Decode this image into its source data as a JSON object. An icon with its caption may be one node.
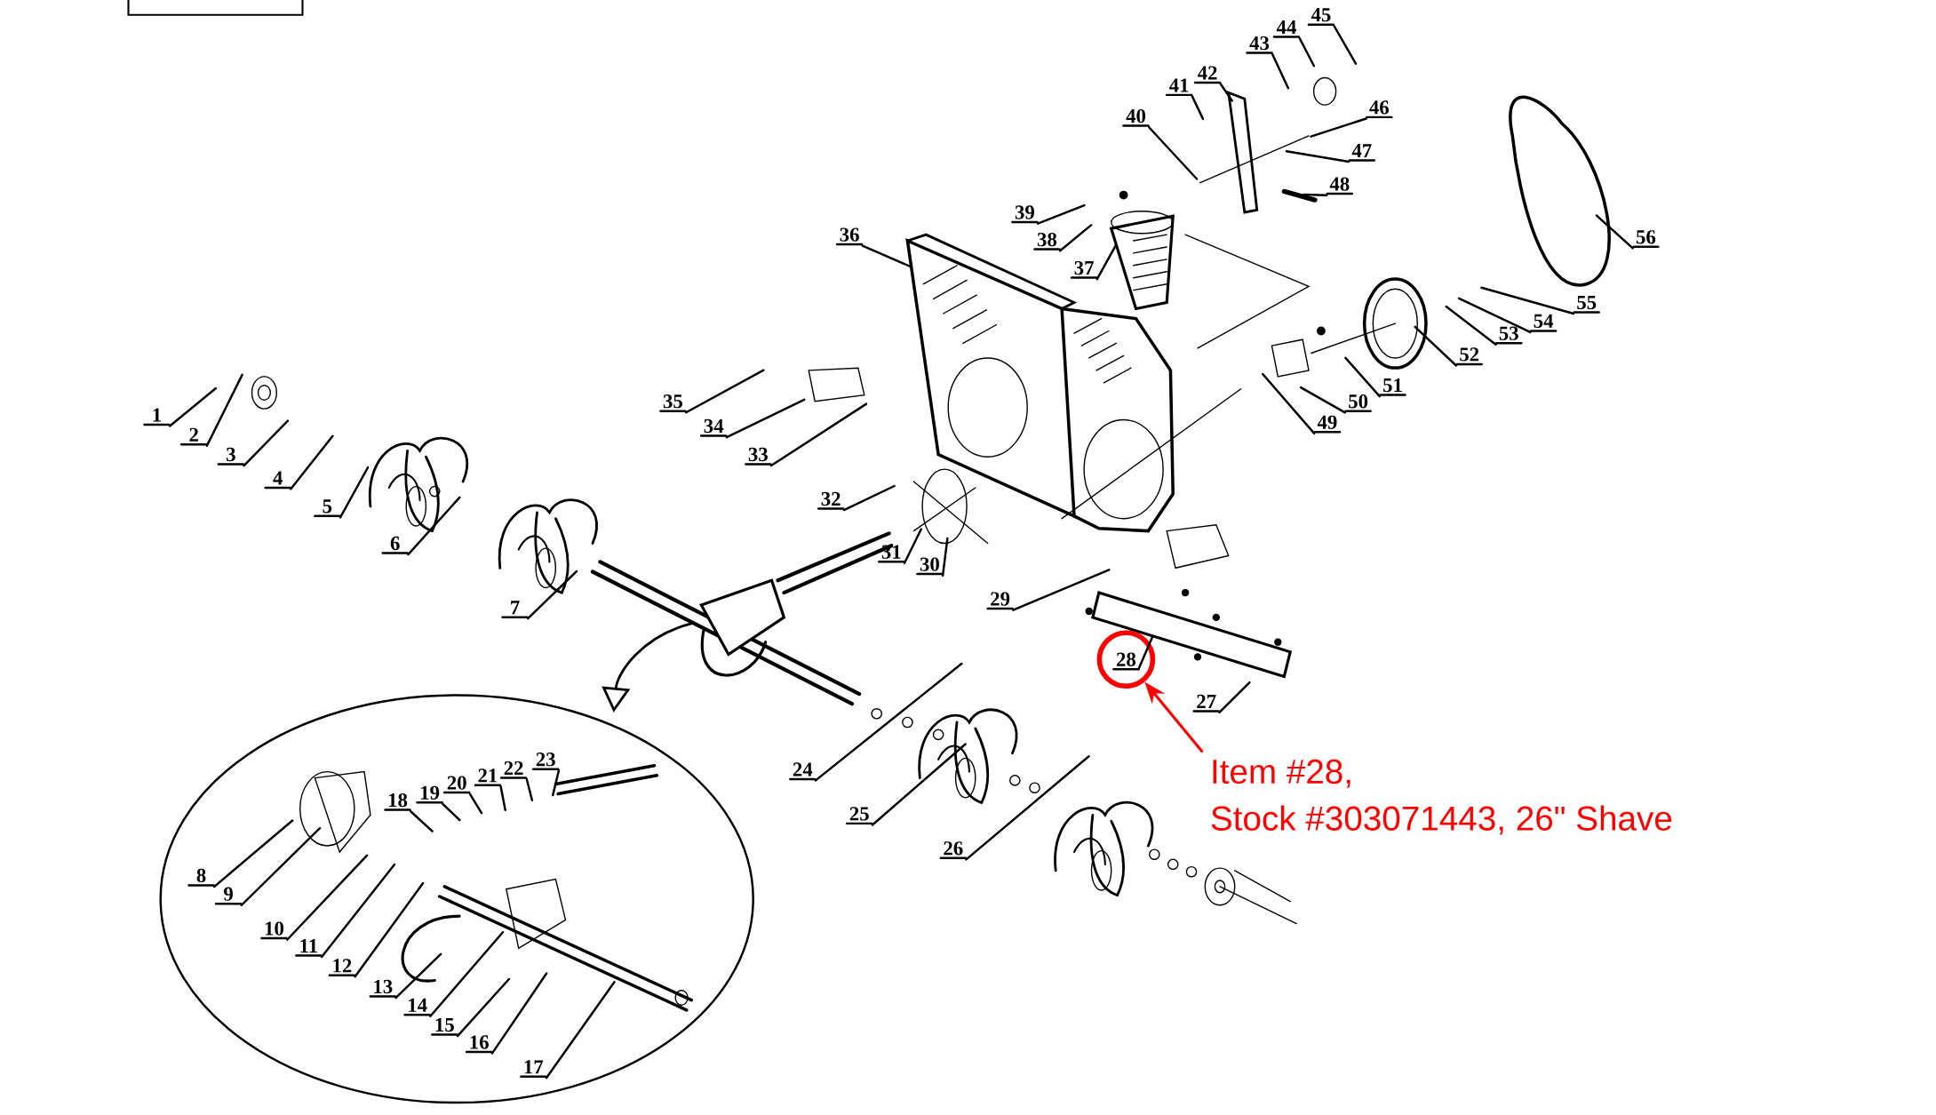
{
  "diagram": {
    "nodes": [
      {
        "text": [
          "1"
        ]
      },
      {
        "text": [
          "2"
        ]
      },
      {
        "text": [
          "3"
        ]
      },
      {
        "text": [
          "4"
        ]
      },
      {
        "text": [
          "5"
        ]
      },
      {
        "text": [
          "6"
        ]
      },
      {
        "text": [
          "7"
        ]
      },
      {
        "text": [
          "8"
        ]
      },
      {
        "text": [
          "9"
        ]
      },
      {
        "text": [
          "10"
        ]
      },
      {
        "text": [
          "11"
        ]
      },
      {
        "text": [
          "12"
        ]
      },
      {
        "text": [
          "13"
        ]
      },
      {
        "text": [
          "14"
        ]
      },
      {
        "text": [
          "15"
        ]
      },
      {
        "text": [
          "16"
        ]
      },
      {
        "text": [
          "17"
        ]
      },
      {
        "text": [
          "18"
        ]
      },
      {
        "text": [
          "19"
        ]
      },
      {
        "text": [
          "20"
        ]
      },
      {
        "text": [
          "21"
        ]
      },
      {
        "text": [
          "22"
        ]
      },
      {
        "text": [
          "23"
        ]
      },
      {
        "text": [
          "24"
        ]
      },
      {
        "text": [
          "25"
        ]
      },
      {
        "text": [
          "26"
        ]
      },
      {
        "text": [
          "27"
        ]
      },
      {
        "text": [
          "28"
        ]
      },
      {
        "text": [
          "29"
        ]
      },
      {
        "text": [
          "30"
        ]
      },
      {
        "text": [
          "31"
        ]
      },
      {
        "text": [
          "32"
        ]
      },
      {
        "text": [
          "33"
        ]
      },
      {
        "text": [
          "34"
        ]
      },
      {
        "text": [
          "35"
        ]
      },
      {
        "text": [
          "36"
        ]
      },
      {
        "text": [
          "37"
        ]
      },
      {
        "text": [
          "38"
        ]
      },
      {
        "text": [
          "39"
        ]
      },
      {
        "text": [
          "40"
        ]
      },
      {
        "text": [
          "41"
        ]
      },
      {
        "text": [
          "42"
        ]
      },
      {
        "text": [
          "43"
        ]
      },
      {
        "text": [
          "44"
        ]
      },
      {
        "text": [
          "45"
        ]
      },
      {
        "text": [
          "46"
        ]
      },
      {
        "text": [
          "47"
        ]
      },
      {
        "text": [
          "48"
        ]
      },
      {
        "text": [
          "49"
        ]
      },
      {
        "text": [
          "50"
        ]
      },
      {
        "text": [
          "51"
        ]
      },
      {
        "text": [
          "52"
        ]
      },
      {
        "text": [
          "53"
        ]
      },
      {
        "text": [
          "54"
        ]
      },
      {
        "text": [
          "55"
        ]
      },
      {
        "text": [
          "56"
        ]
      },
      {
        "text": [
          "Item #28,",
          "Stock #303071443, 26\" Shave"
        ]
      }
    ],
    "edges": [
      {
        "from": 0,
        "to": null,
        "arrow": "none"
      },
      {
        "from": 1,
        "to": null,
        "arrow": "none"
      },
      {
        "from": 2,
        "to": null,
        "arrow": "none"
      },
      {
        "from": 3,
        "to": null,
        "arrow": "none"
      },
      {
        "from": 4,
        "to": null,
        "arrow": "none"
      },
      {
        "from": 5,
        "to": null,
        "arrow": "none"
      },
      {
        "from": 6,
        "to": null,
        "arrow": "none"
      },
      {
        "from": 7,
        "to": null,
        "arrow": "none"
      },
      {
        "from": 8,
        "to": null,
        "arrow": "none"
      },
      {
        "from": 9,
        "to": null,
        "arrow": "none"
      },
      {
        "from": 10,
        "to": null,
        "arrow": "none"
      },
      {
        "from": 11,
        "to": null,
        "arrow": "none"
      },
      {
        "from": 12,
        "to": null,
        "arrow": "none"
      },
      {
        "from": 13,
        "to": null,
        "arrow": "none"
      },
      {
        "from": 14,
        "to": null,
        "arrow": "none"
      },
      {
        "from": 15,
        "to": null,
        "arrow": "none"
      },
      {
        "from": 16,
        "to": null,
        "arrow": "none"
      },
      {
        "from": 17,
        "to": null,
        "arrow": "none"
      },
      {
        "from": 18,
        "to": null,
        "arrow": "none"
      },
      {
        "from": 19,
        "to": null,
        "arrow": "none"
      },
      {
        "from": 20,
        "to": null,
        "arrow": "none"
      },
      {
        "from": 21,
        "to": null,
        "arrow": "none"
      },
      {
        "from": 22,
        "to": null,
        "arrow": "none"
      },
      {
        "from": 23,
        "to": null,
        "arrow": "none"
      },
      {
        "from": 24,
        "to": null,
        "arrow": "none"
      },
      {
        "from": 25,
        "to": null,
        "arrow": "none"
      },
      {
        "from": 26,
        "to": null,
        "arrow": "none"
      },
      {
        "from": 27,
        "to": null,
        "arrow": "none"
      },
      {
        "from": 28,
        "to": null,
        "arrow": "none"
      },
      {
        "from": 29,
        "to": null,
        "arrow": "none"
      },
      {
        "from": 30,
        "to": null,
        "arrow": "none"
      },
      {
        "from": 31,
        "to": null,
        "arrow": "none"
      },
      {
        "from": 32,
        "to": null,
        "arrow": "none"
      },
      {
        "from": 33,
        "to": null,
        "arrow": "none"
      },
      {
        "from": 34,
        "to": null,
        "arrow": "none"
      },
      {
        "from": 35,
        "to": null,
        "arrow": "none"
      },
      {
        "from": 36,
        "to": null,
        "arrow": "none"
      },
      {
        "from": 37,
        "to": null,
        "arrow": "none"
      },
      {
        "from": 38,
        "to": null,
        "arrow": "none"
      },
      {
        "from": 39,
        "to": null,
        "arrow": "none"
      },
      {
        "from": 40,
        "to": null,
        "arrow": "none"
      },
      {
        "from": 41,
        "to": null,
        "arrow": "none"
      },
      {
        "from": 42,
        "to": null,
        "arrow": "none"
      },
      {
        "from": 43,
        "to": null,
        "arrow": "none"
      },
      {
        "from": 44,
        "to": null,
        "arrow": "none"
      },
      {
        "from": 45,
        "to": null,
        "arrow": "none"
      },
      {
        "from": 46,
        "to": null,
        "arrow": "none"
      },
      {
        "from": 47,
        "to": null,
        "arrow": "none"
      },
      {
        "from": 48,
        "to": null,
        "arrow": "none"
      },
      {
        "from": 49,
        "to": null,
        "arrow": "none"
      },
      {
        "from": 50,
        "to": null,
        "arrow": "none"
      },
      {
        "from": 51,
        "to": null,
        "arrow": "none"
      },
      {
        "from": 52,
        "to": null,
        "arrow": "none"
      },
      {
        "from": 53,
        "to": null,
        "arrow": "none"
      },
      {
        "from": 54,
        "to": null,
        "arrow": "none"
      },
      {
        "from": 55,
        "to": null,
        "arrow": "none"
      },
      {
        "from": 56,
        "to": 27,
        "arrow": "to",
        "color": "#ff0000"
      }
    ]
  }
}
